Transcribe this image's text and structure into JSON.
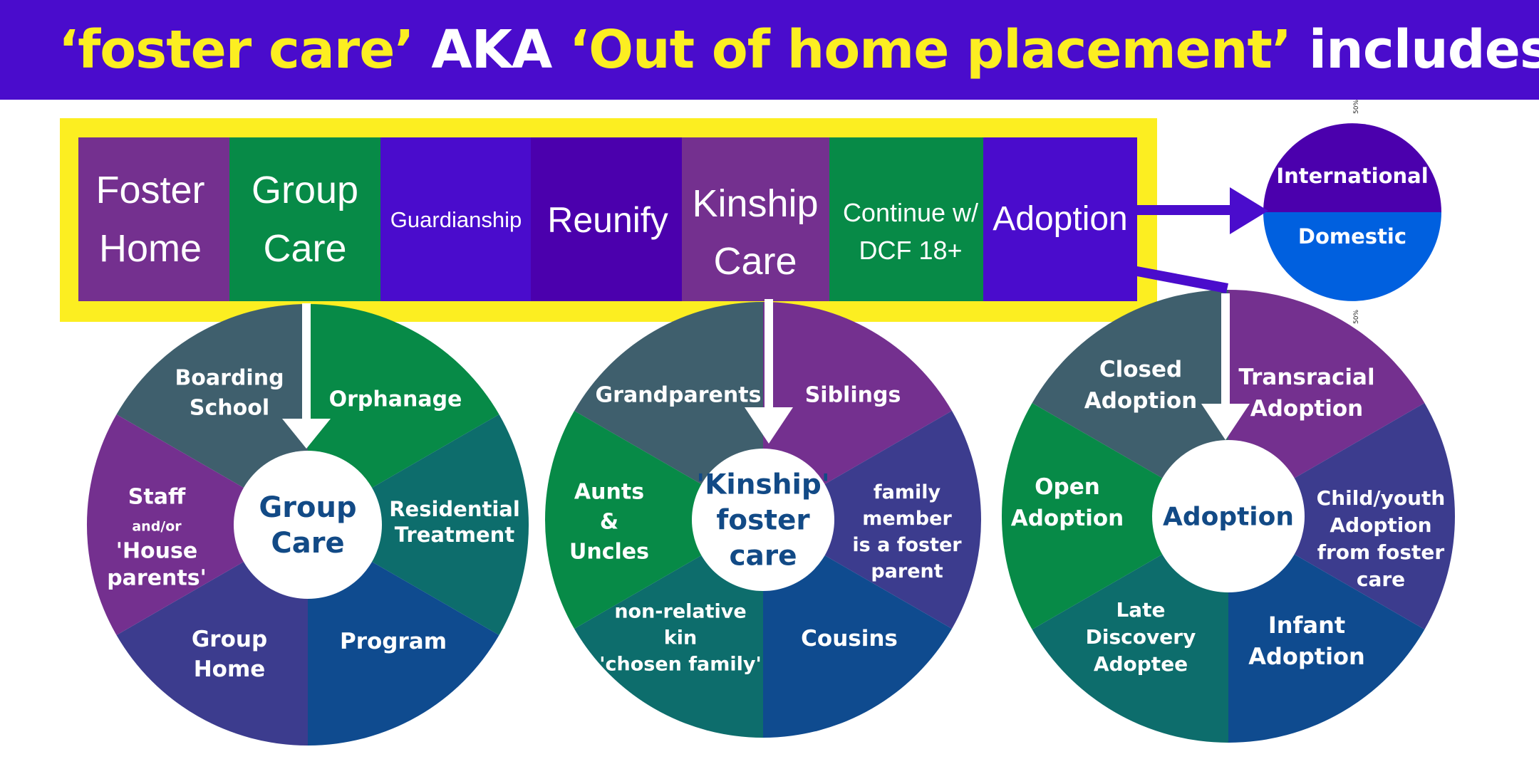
{
  "title": {
    "part1": "‘foster care’",
    "part2": " AKA ",
    "part3": "‘Out of home placement’",
    "part4": " includes"
  },
  "colors": {
    "banner": "#4a0ccc",
    "frame": "#fcee21",
    "purple": "#74308f",
    "green": "#078a47",
    "violet": "#4a0ccc",
    "deep_violet": "#4b00ad",
    "slate": "#3f5f6d",
    "teal": "#0d6d6c",
    "navy": "#0f4b8f",
    "indigo": "#3c3c8e",
    "blue": "#0060df",
    "hub_text": "#124a86"
  },
  "categories": [
    {
      "lines": [
        "Foster",
        "Home"
      ]
    },
    {
      "lines": [
        "Group",
        "Care"
      ]
    },
    {
      "lines": [
        "Guardianship"
      ]
    },
    {
      "lines": [
        "Reunify"
      ]
    },
    {
      "lines": [
        "Kinship",
        "Care"
      ]
    },
    {
      "lines": [
        "Continue w/",
        "DCF 18+"
      ]
    },
    {
      "lines": [
        "Adoption"
      ]
    }
  ],
  "adoption_type_chart": {
    "top": "International",
    "bottom": "Domestic",
    "pct_top": "50%",
    "pct_bottom": "50%"
  },
  "wheels": [
    {
      "hub": [
        "Group",
        "Care"
      ],
      "segments": [
        {
          "lines": [
            "Boarding",
            "School"
          ]
        },
        {
          "lines": [
            "Orphanage"
          ]
        },
        {
          "lines": [
            "Residential",
            "Treatment"
          ]
        },
        {
          "lines": [
            "Program"
          ]
        },
        {
          "lines": [
            "Group",
            "Home"
          ]
        },
        {
          "lines": [
            "Staff",
            "and/or",
            "'House",
            "parents'"
          ]
        }
      ]
    },
    {
      "hub": [
        "'Kinship'",
        "foster",
        "care"
      ],
      "segments": [
        {
          "lines": [
            "Grandparents"
          ]
        },
        {
          "lines": [
            "Siblings"
          ]
        },
        {
          "lines": [
            "family",
            "member",
            "is a foster",
            "parent"
          ]
        },
        {
          "lines": [
            "Cousins"
          ]
        },
        {
          "lines": [
            "non-relative",
            "kin",
            "'chosen family'"
          ]
        },
        {
          "lines": [
            "Aunts",
            "&",
            "Uncles"
          ]
        }
      ]
    },
    {
      "hub": [
        "Adoption"
      ],
      "segments": [
        {
          "lines": [
            "Closed",
            "Adoption"
          ]
        },
        {
          "lines": [
            "Transracial",
            "Adoption"
          ]
        },
        {
          "lines": [
            "Child/youth",
            "Adoption",
            "from foster",
            "care"
          ]
        },
        {
          "lines": [
            "Infant",
            "Adoption"
          ]
        },
        {
          "lines": [
            "Late",
            "Discovery",
            "Adoptee"
          ]
        },
        {
          "lines": [
            "Open",
            "Adoption"
          ]
        }
      ]
    }
  ]
}
